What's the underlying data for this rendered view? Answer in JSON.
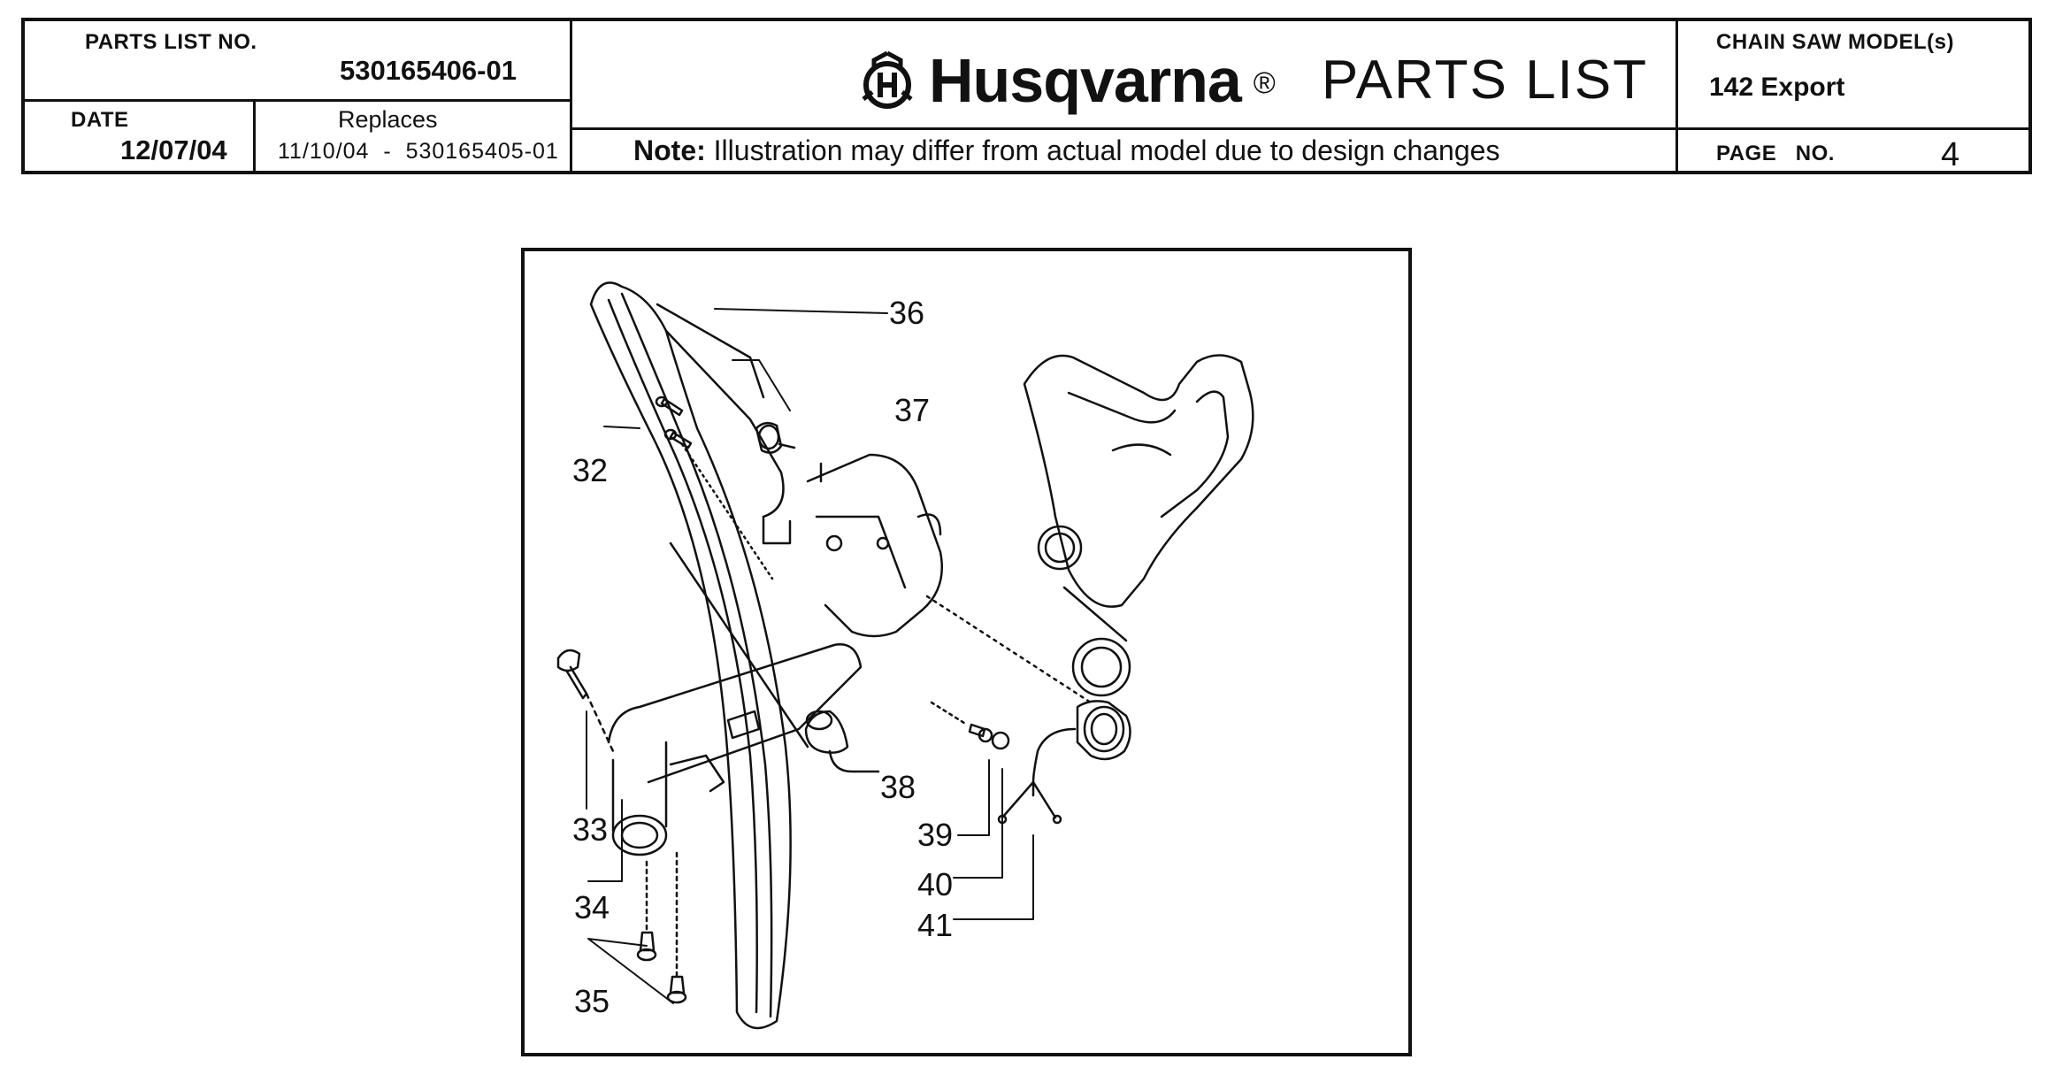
{
  "header": {
    "parts_list_no_label": "PARTS LIST NO.",
    "parts_list_no": "530165406-01",
    "date_label": "DATE",
    "date": "12/07/04",
    "replaces_label": "Replaces",
    "replaces_value": "11/10/04  -  530165405-01",
    "brand": "Husqvarna",
    "brand_mark": "®",
    "title": "PARTS LIST",
    "note_label": "Note:",
    "note_text": " Illustration may differ from actual model due to design changes",
    "model_label": "CHAIN SAW MODEL(s)",
    "model": "142 Export",
    "page_label": "PAGE   NO.",
    "page_no": "4"
  },
  "figure": {
    "callouts": [
      "36",
      "37",
      "32",
      "33",
      "34",
      "35",
      "38",
      "39",
      "40",
      "41"
    ]
  }
}
